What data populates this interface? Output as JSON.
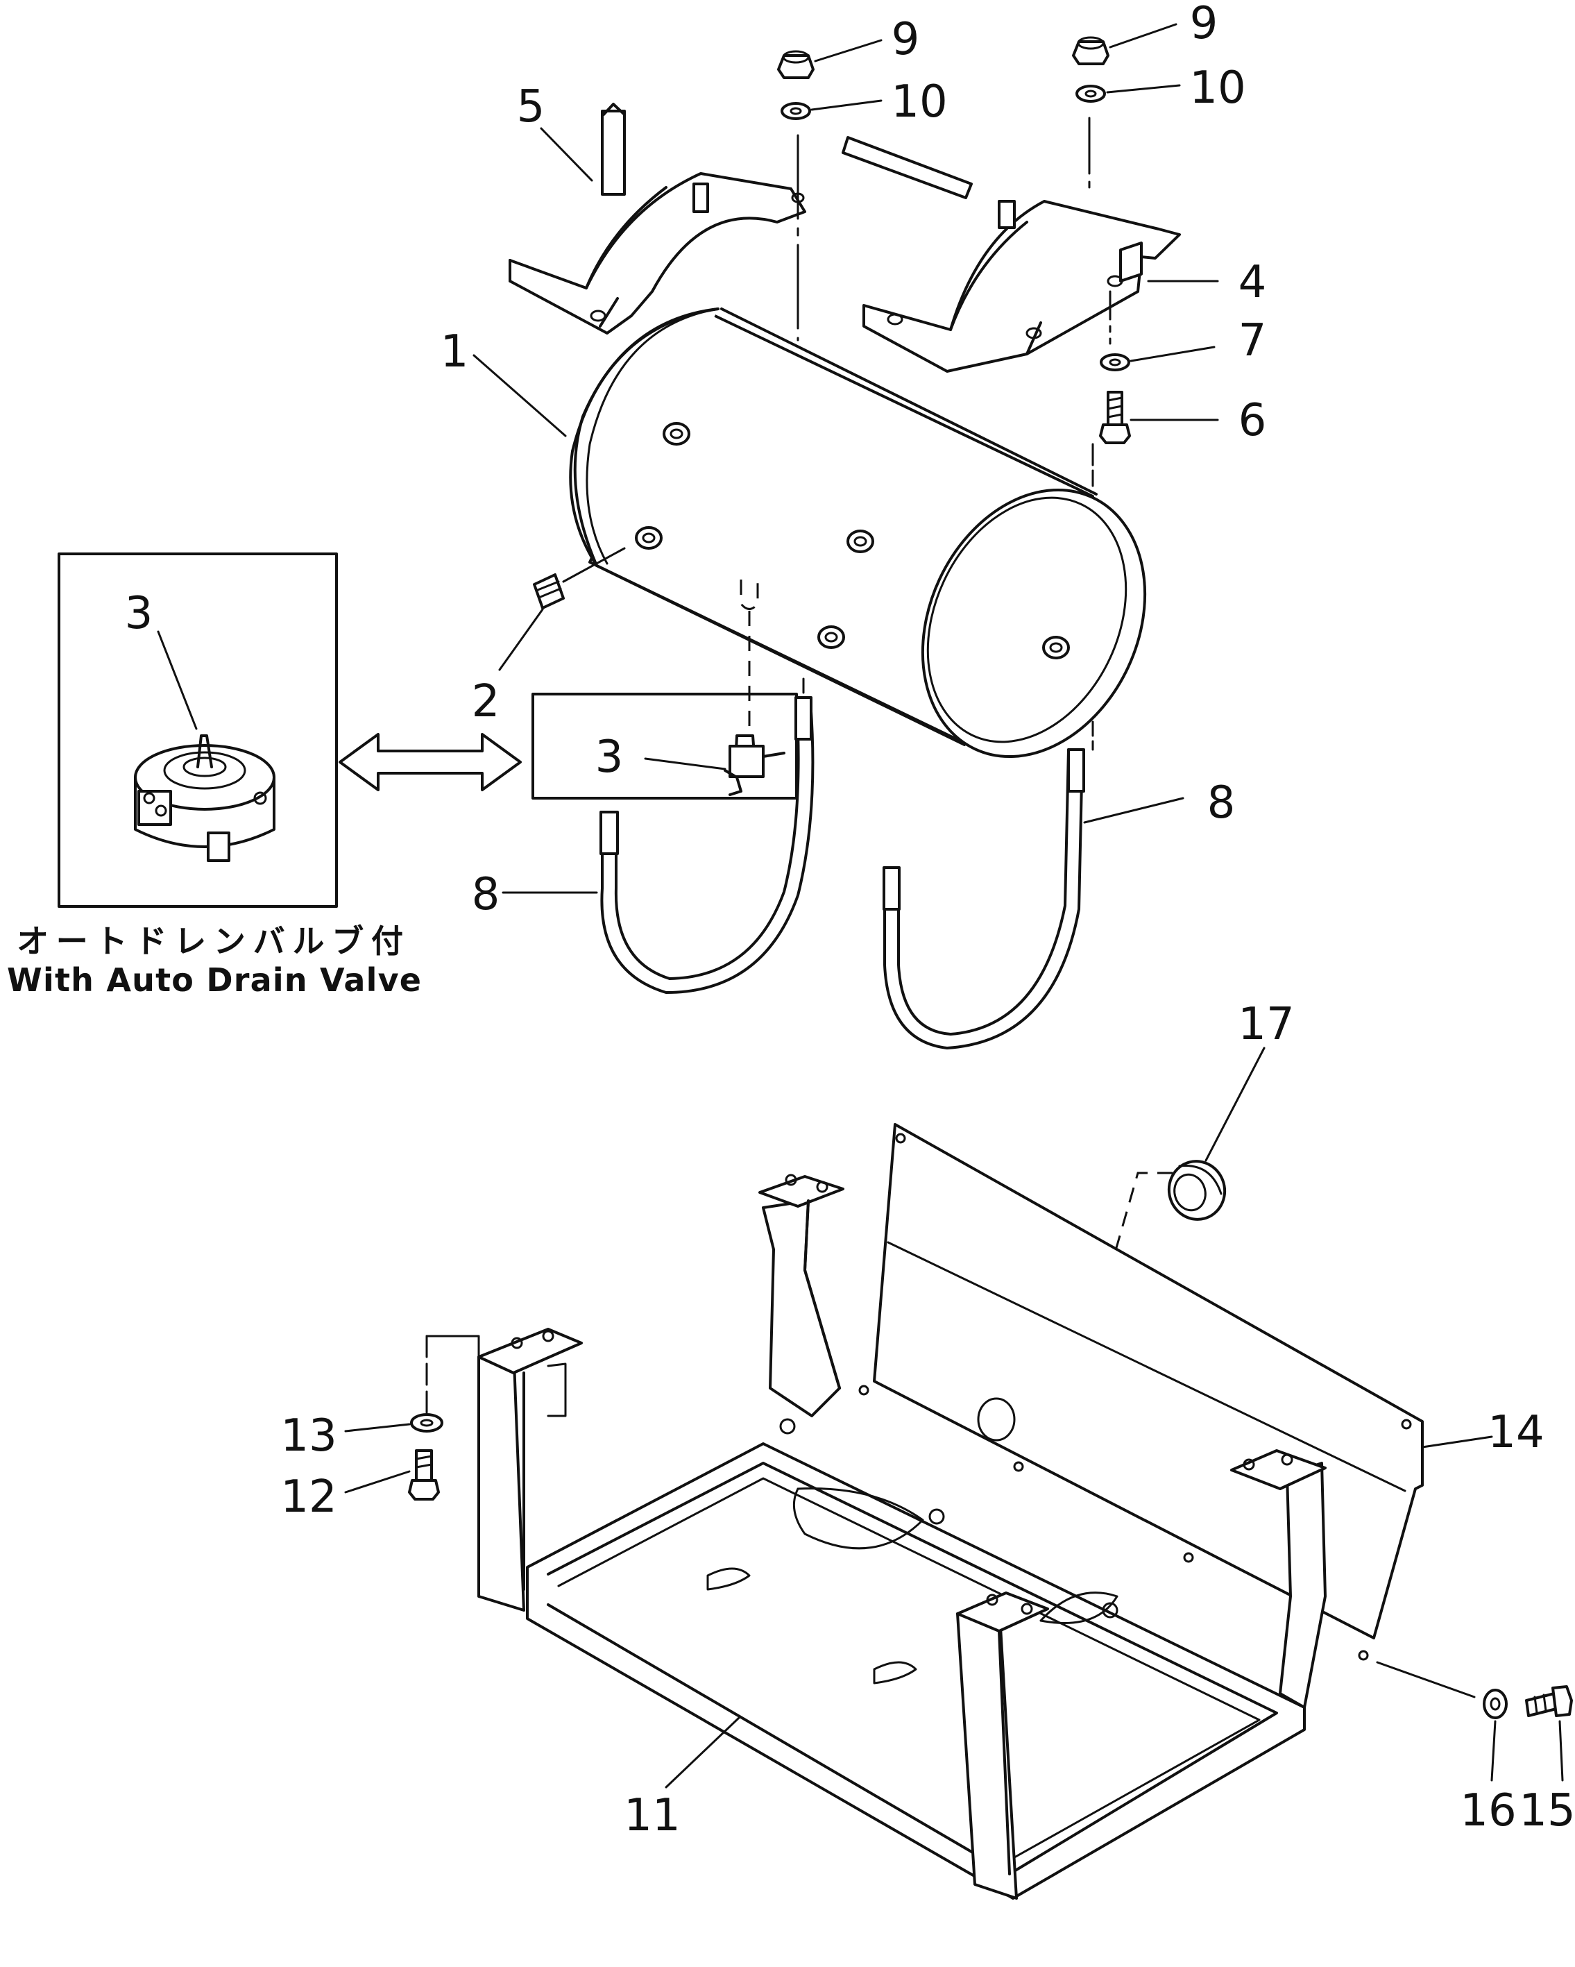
{
  "callouts": {
    "c1": "1",
    "c2": "2",
    "c3_inset": "3",
    "c3_main": "3",
    "c4": "4",
    "c5": "5",
    "c6": "6",
    "c7": "7",
    "c8_left": "8",
    "c8_right": "8",
    "c9_left": "9",
    "c9_right": "9",
    "c10_left": "10",
    "c10_right": "10",
    "c11": "11",
    "c12": "12",
    "c13": "13",
    "c14": "14",
    "c15": "15",
    "c16": "16",
    "c17": "17"
  },
  "inset": {
    "caption_jp": "オートドレンバルブ付",
    "caption_en": "With Auto Drain Valve"
  }
}
